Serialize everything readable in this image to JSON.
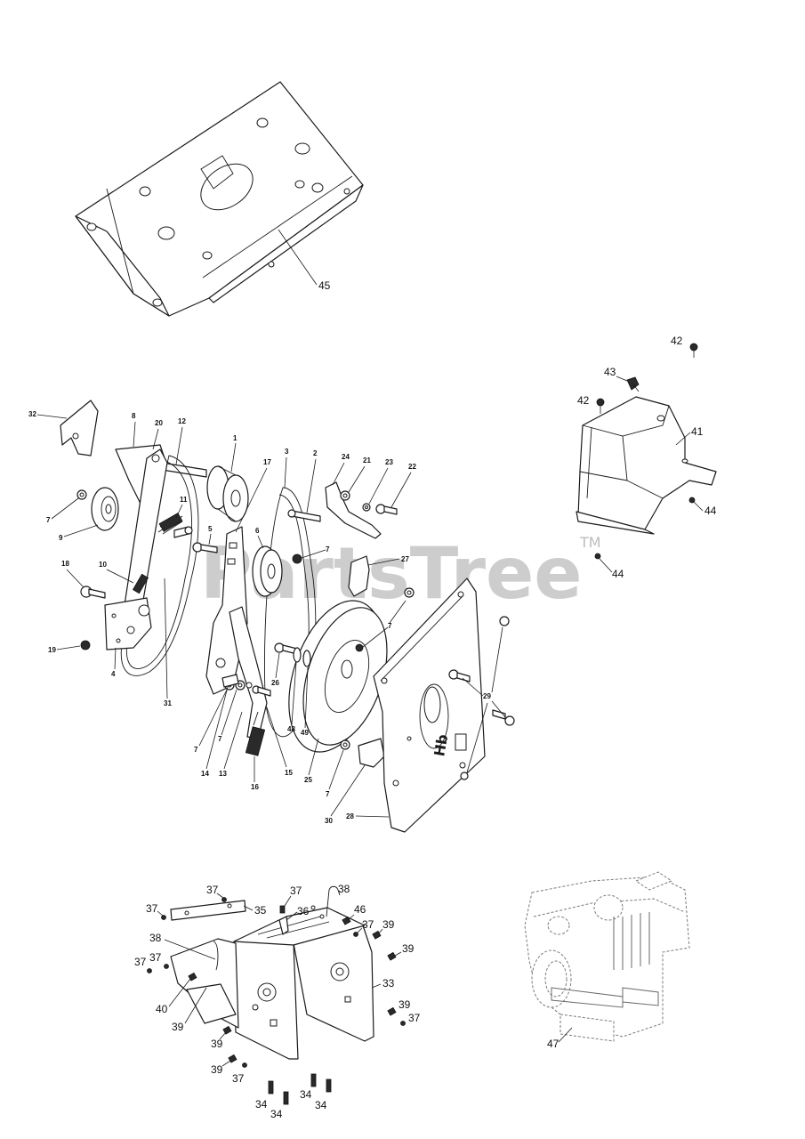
{
  "watermark": {
    "text": "PartsTree",
    "tm": "TM"
  },
  "callouts": {
    "n45": "45",
    "n42a": "42",
    "n43": "43",
    "n42b": "42",
    "n41": "41",
    "n44a": "44",
    "n44b": "44",
    "n32": "32",
    "n8": "8",
    "n20": "20",
    "n12": "12",
    "n1": "1",
    "n17": "17",
    "n3": "3",
    "n2": "2",
    "n24": "24",
    "n21": "21",
    "n23": "23",
    "n22": "22",
    "n7a": "7",
    "n9": "9",
    "n11": "11",
    "n5": "5",
    "n6": "6",
    "n7b": "7",
    "n27": "27",
    "n18": "18",
    "n10": "10",
    "n19": "19",
    "n4": "4",
    "n31": "31",
    "n7c": "7",
    "n7d": "7",
    "n14": "14",
    "n13": "13",
    "n16": "16",
    "n15": "15",
    "n26": "26",
    "n48": "48",
    "n49": "49",
    "n25": "25",
    "n7e": "7",
    "n7f": "7",
    "n29": "29",
    "n30": "30",
    "n28": "28",
    "n37a": "37",
    "n37b": "37",
    "n38a": "38",
    "n37c": "37",
    "n35": "35",
    "n36": "36",
    "n46": "46",
    "n37d": "37",
    "n39a": "39",
    "n39b": "39",
    "n38b": "38",
    "n37e": "37",
    "n37f": "37",
    "n40": "40",
    "n33": "33",
    "n39c": "39",
    "n37g": "37",
    "n39d": "39",
    "n39e": "39",
    "n39f": "39",
    "n37h": "37",
    "n34a": "34",
    "n34b": "34",
    "n34c": "34",
    "n34d": "34",
    "n47": "47"
  }
}
